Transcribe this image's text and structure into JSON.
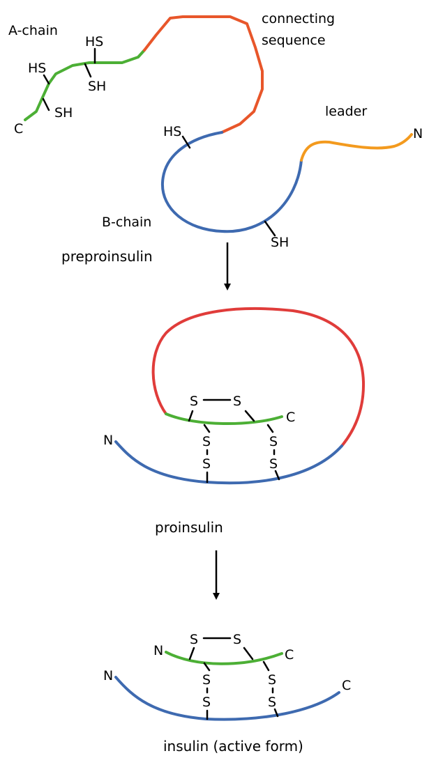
{
  "colors": {
    "a_chain": "#4caf35",
    "connecting": "#e8562a",
    "connecting_pro": "#e03c3a",
    "leader": "#f39a1e",
    "b_chain": "#3e6ab0",
    "text": "#000000"
  },
  "labels": {
    "a_chain": "A-chain",
    "connecting_line1": "connecting",
    "connecting_line2": "sequence",
    "leader": "leader",
    "b_chain": "B-chain",
    "preproinsulin": "preproinsulin",
    "proinsulin": "proinsulin",
    "insulin": "insulin (active form)"
  },
  "stage1": {
    "hs": "HS",
    "sh": "SH",
    "n": "N",
    "c": "C"
  },
  "stage2": {
    "s": "S",
    "n": "N",
    "c": "C"
  },
  "stage3": {
    "s": "S",
    "n_a": "N",
    "n_b": "N",
    "c_a": "C",
    "c_b": "C"
  }
}
